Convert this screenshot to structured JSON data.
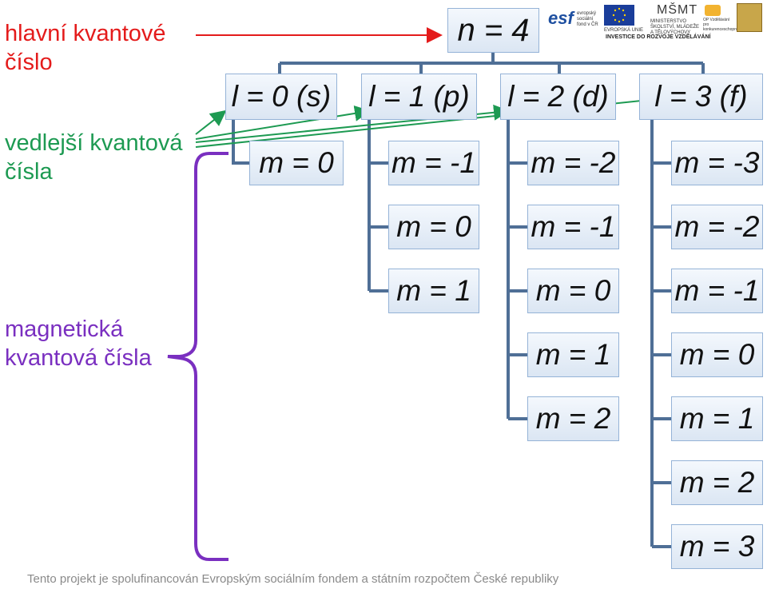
{
  "root": {
    "label": "n = 4"
  },
  "columns": [
    {
      "label": "l = 0 (s)",
      "m": [
        "m = 0"
      ]
    },
    {
      "label": "l = 1 (p)",
      "m": [
        "m = -1",
        "m = 0",
        "m = 1"
      ]
    },
    {
      "label": "l = 2 (d)",
      "m": [
        "m = -2",
        "m = -1",
        "m = 0",
        "m = 1",
        "m = 2"
      ]
    },
    {
      "label": "l = 3 (f)",
      "m": [
        "m = -3",
        "m = -2",
        "m = -1",
        "m = 0",
        "m = 1",
        "m = 2",
        "m = 3"
      ]
    }
  ],
  "labels": {
    "principal_line1": "hlavní kvantové",
    "principal_line2": "číslo",
    "secondary_line1": "vedlejší kvantová",
    "secondary_line2": "čísla",
    "magnetic_line1": "magnetická",
    "magnetic_line2": "kvantová čísla"
  },
  "colors": {
    "red": "#e41b1b",
    "green": "#1d9a52",
    "purple": "#7a2fc0",
    "connector": "#4f6f96"
  },
  "logos": {
    "esf": "esf",
    "esf_text": "evropský sociální fond v ČR",
    "eu": "EVROPSKÁ UNIE",
    "msmt": "MŠMT",
    "msmt_text": "MINISTERSTVO ŠKOLSTVÍ, MLÁDEŽE A TĚLOVÝCHOVY",
    "op_text": "OP Vzdělávání pro konkurenceschopnost",
    "tagline": "INVESTICE DO ROZVOJE VZDĚLÁVÁNÍ"
  },
  "footer": "Tento projekt je spolufinancován Evropským sociálním fondem a státním rozpočtem České republiky"
}
